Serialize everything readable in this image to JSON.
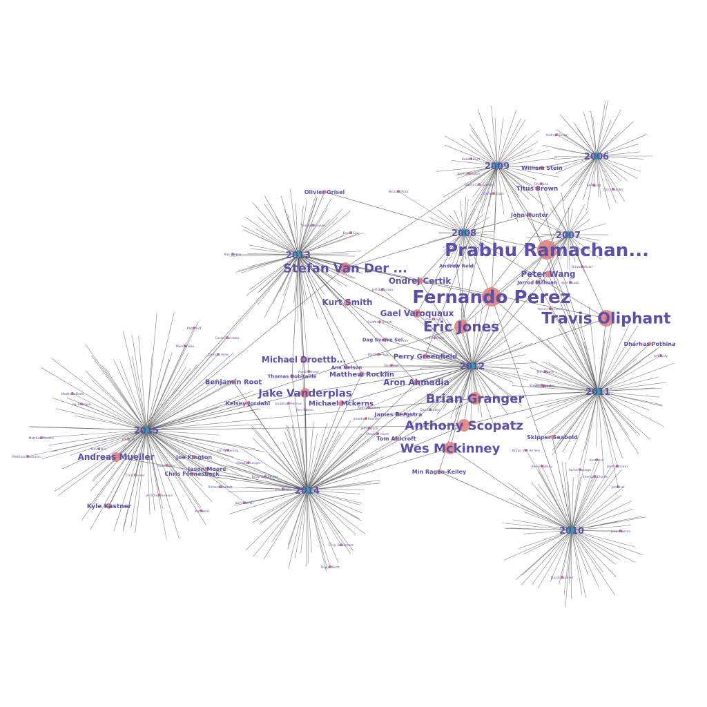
{
  "graph": {
    "colors": {
      "edge": "#555555",
      "person_node": "#e07a7a",
      "year_node": "#2aa6a6",
      "label": "#5b4fa6"
    },
    "years": [
      {
        "id": "y2006",
        "label": "2006"
      },
      {
        "id": "y2007",
        "label": "2007"
      },
      {
        "id": "y2008",
        "label": "2008"
      },
      {
        "id": "y2009",
        "label": "2009"
      },
      {
        "id": "y2010",
        "label": "2010"
      },
      {
        "id": "y2011",
        "label": "2011"
      },
      {
        "id": "y2012",
        "label": "2012"
      },
      {
        "id": "y2013",
        "label": "2013"
      },
      {
        "id": "y2014",
        "label": "2014"
      },
      {
        "id": "y2015",
        "label": "2015"
      }
    ],
    "people": [
      {
        "id": "prabhu",
        "label": "Prabhu Ramachan...",
        "years": [
          "y2006",
          "y2007",
          "y2008",
          "y2009",
          "y2011",
          "y2012"
        ]
      },
      {
        "id": "fernando",
        "label": "Fernando Perez",
        "years": [
          "y2007",
          "y2008",
          "y2009",
          "y2010",
          "y2011",
          "y2012",
          "y2013"
        ]
      },
      {
        "id": "travis",
        "label": "Travis Oliphant",
        "years": [
          "y2007",
          "y2008",
          "y2011",
          "y2012",
          "y2013"
        ]
      },
      {
        "id": "eric",
        "label": "Eric Jones",
        "years": [
          "y2006",
          "y2007",
          "y2008",
          "y2009",
          "y2012",
          "y2015"
        ]
      },
      {
        "id": "stefan",
        "label": "Stefan Van Der ...",
        "years": [
          "y2008",
          "y2009",
          "y2013",
          "y2015"
        ]
      },
      {
        "id": "brian",
        "label": "Brian Granger",
        "years": [
          "y2011",
          "y2012",
          "y2014",
          "y2015"
        ]
      },
      {
        "id": "anthony",
        "label": "Anthony Scopatz",
        "years": [
          "y2011",
          "y2012",
          "y2014",
          "y2015"
        ]
      },
      {
        "id": "wes",
        "label": "Wes Mckinney",
        "years": [
          "y2010",
          "y2012",
          "y2014"
        ]
      },
      {
        "id": "jake",
        "label": "Jake Vanderplas",
        "years": [
          "y2012",
          "y2013",
          "y2014",
          "y2015"
        ]
      },
      {
        "id": "andreas",
        "label": "Andreas Mueller",
        "years": [
          "y2013",
          "y2014",
          "y2015"
        ]
      },
      {
        "id": "peter",
        "label": "Peter Wang",
        "years": [
          "y2007",
          "y2011",
          "y2012"
        ]
      },
      {
        "id": "ondrej",
        "label": "Ondrej Certik",
        "years": [
          "y2008",
          "y2012",
          "y2013"
        ]
      },
      {
        "id": "kurt",
        "label": "Kurt Smith",
        "years": [
          "y2012",
          "y2013"
        ]
      },
      {
        "id": "gael",
        "label": "Gael Varoquaux",
        "years": [
          "y2009",
          "y2012",
          "y2013"
        ]
      },
      {
        "id": "michaeld",
        "label": "Michael Droettb...",
        "years": [
          "y2013",
          "y2014"
        ]
      },
      {
        "id": "perry",
        "label": "Perry Greenfield",
        "years": [
          "y2009",
          "y2012"
        ]
      },
      {
        "id": "matthew",
        "label": "Matthew Rocklin",
        "years": [
          "y2012",
          "y2013",
          "y2014"
        ]
      },
      {
        "id": "aron",
        "label": "Aron Ahmadia",
        "years": [
          "y2012",
          "y2013",
          "y2014"
        ]
      },
      {
        "id": "benjamin",
        "label": "Benjamin Root",
        "years": [
          "y2014",
          "y2015"
        ]
      },
      {
        "id": "michaelm",
        "label": "Michael Mckerns",
        "years": [
          "y2012",
          "y2014"
        ]
      },
      {
        "id": "olivier",
        "label": "Olivier Grisel",
        "years": [
          "y2013",
          "y2008"
        ]
      },
      {
        "id": "william",
        "label": "William Stein",
        "years": [
          "y2009",
          "y2006"
        ]
      },
      {
        "id": "titus",
        "label": "Titus Brown",
        "years": [
          "y2009",
          "y2011"
        ]
      },
      {
        "id": "john",
        "label": "John Hunter",
        "years": [
          "y2008",
          "y2009",
          "y2011"
        ]
      },
      {
        "id": "dharhas",
        "label": "Dharhas Pothina",
        "years": [
          "y2011"
        ]
      },
      {
        "id": "skipper",
        "label": "Skipper Seabold",
        "years": [
          "y2011",
          "y2010"
        ]
      },
      {
        "id": "tom",
        "label": "Tom Aldcroft",
        "years": [
          "y2012",
          "y2014"
        ]
      },
      {
        "id": "james",
        "label": "James Bergstra",
        "years": [
          "y2012",
          "y2014"
        ]
      },
      {
        "id": "min",
        "label": "Min Ragan-Kelley",
        "years": [
          "y2012",
          "y2010"
        ]
      },
      {
        "id": "kyle",
        "label": "Kyle Kastner",
        "years": [
          "y2015"
        ]
      },
      {
        "id": "joe",
        "label": "Joe Kington",
        "years": [
          "y2015",
          "y2014"
        ]
      },
      {
        "id": "jason",
        "label": "Jason Moore",
        "years": [
          "y2015",
          "y2014"
        ]
      },
      {
        "id": "chris",
        "label": "Chris Fonnesbeck",
        "years": [
          "y2015",
          "y2014"
        ]
      },
      {
        "id": "kelsey",
        "label": "Kelsey Jordahl",
        "years": [
          "y2015",
          "y2014"
        ]
      },
      {
        "id": "thomas",
        "label": "Thomas Robitaille",
        "years": [
          "y2013",
          "y2014"
        ]
      },
      {
        "id": "ana",
        "label": "Ana Nelson",
        "years": [
          "y2012",
          "y2013"
        ]
      },
      {
        "id": "dag",
        "label": "Dag Sverre Sel...",
        "years": [
          "y2012",
          "y2013"
        ]
      },
      {
        "id": "andrew",
        "label": "Andrew Reid",
        "years": [
          "y2008",
          "y2012"
        ]
      },
      {
        "id": "jarrod",
        "label": "Jarrod Millman",
        "years": [
          "y2007",
          "y2011"
        ]
      }
    ],
    "minor_labels": [
      {
        "id": "m1",
        "label": "Andrew Straw"
      },
      {
        "id": "m2",
        "label": "Robert Kern"
      },
      {
        "id": "m3",
        "label": "Chris Lee"
      },
      {
        "id": "m4",
        "label": "Bill Spotz"
      },
      {
        "id": "m5",
        "label": "Chris Mueller"
      },
      {
        "id": "m6",
        "label": "Joe Harrington"
      },
      {
        "id": "m7",
        "label": "David Cournapeau"
      },
      {
        "id": "m8",
        "label": "Damian Eads"
      },
      {
        "id": "m9",
        "label": "Nicolas Pinto"
      },
      {
        "id": "m10",
        "label": "Brian Refsdal"
      },
      {
        "id": "m11",
        "label": "Kyle Mandli"
      },
      {
        "id": "m12",
        "label": "Kevin Patterson"
      },
      {
        "id": "m13",
        "label": "Jeff Bezanson"
      },
      {
        "id": "m14",
        "label": "David Cox"
      },
      {
        "id": "m15",
        "label": "Thomas Kluyver"
      },
      {
        "id": "m16",
        "label": "Rob Zinkov"
      },
      {
        "id": "m17",
        "label": "Geoffrey French"
      },
      {
        "id": "m18",
        "label": "Matthew Turk"
      },
      {
        "id": "m19",
        "label": "Ben Root"
      },
      {
        "id": "m20",
        "label": "Philip Elson"
      },
      {
        "id": "m21",
        "label": "Katy Huff"
      },
      {
        "id": "m22",
        "label": "Carlos Cordoba"
      },
      {
        "id": "m23",
        "label": "Mark Wiebe"
      },
      {
        "id": "m24",
        "label": "Damian Avila"
      },
      {
        "id": "m25",
        "label": "Aaron Meurer"
      },
      {
        "id": "m26",
        "label": "Jonathan Helmus"
      },
      {
        "id": "m27",
        "label": "Ian Huston"
      },
      {
        "id": "m28",
        "label": "Jonathan Rocher"
      },
      {
        "id": "m29",
        "label": "Jeff Reback"
      },
      {
        "id": "m30",
        "label": "Stephan Hoyer"
      },
      {
        "id": "m31",
        "label": "Jeffrey Bede"
      },
      {
        "id": "m32",
        "label": "Jeff Reback"
      },
      {
        "id": "m33",
        "label": "Matthew Brett"
      },
      {
        "id": "m34",
        "label": "Jay Bourque"
      },
      {
        "id": "m35",
        "label": "Pete Bunch"
      },
      {
        "id": "m36",
        "label": "Matthew Rocklin"
      },
      {
        "id": "m37",
        "label": "Matthias Bussonn..."
      },
      {
        "id": "m38",
        "label": "Sean Gillies"
      },
      {
        "id": "m39",
        "label": "Brian Van de Ven"
      },
      {
        "id": "m40",
        "label": "Cornelia Longer"
      },
      {
        "id": "m41",
        "label": "Richard Barnett"
      },
      {
        "id": "m42",
        "label": "Josh Warner"
      },
      {
        "id": "m43",
        "label": "Jon Wilkening"
      },
      {
        "id": "m44",
        "label": "Matt Hall"
      },
      {
        "id": "m45",
        "label": "Jonathan Frederic"
      },
      {
        "id": "m46",
        "label": "Chris Barker"
      },
      {
        "id": "m47",
        "label": "David Mertz"
      },
      {
        "id": "m48",
        "label": "Chris Beaumont"
      },
      {
        "id": "m49",
        "label": "Ken Elkabany"
      },
      {
        "id": "m50",
        "label": "Aaron Huslage"
      },
      {
        "id": "m51",
        "label": "Shenyun Chaille"
      },
      {
        "id": "m52",
        "label": "Kerr Park"
      },
      {
        "id": "m53",
        "label": "Josh Hemann"
      },
      {
        "id": "m54",
        "label": "Jim Crist"
      },
      {
        "id": "m55",
        "label": "Bryan Van de Ven"
      },
      {
        "id": "m56",
        "label": "Jane Manson"
      },
      {
        "id": "m57",
        "label": "Jeff Daily"
      },
      {
        "id": "m58",
        "label": "Steven Silvester"
      },
      {
        "id": "m59",
        "label": "Dan Lavallee"
      },
      {
        "id": "m60",
        "label": "Ralf Gommers"
      },
      {
        "id": "m61",
        "label": "Jim Bosch"
      },
      {
        "id": "m62",
        "label": "James Bergstra"
      },
      {
        "id": "m63",
        "label": "Dav Clark"
      },
      {
        "id": "m64",
        "label": "Jon Crall"
      },
      {
        "id": "m65",
        "label": "David Sanders"
      }
    ]
  }
}
